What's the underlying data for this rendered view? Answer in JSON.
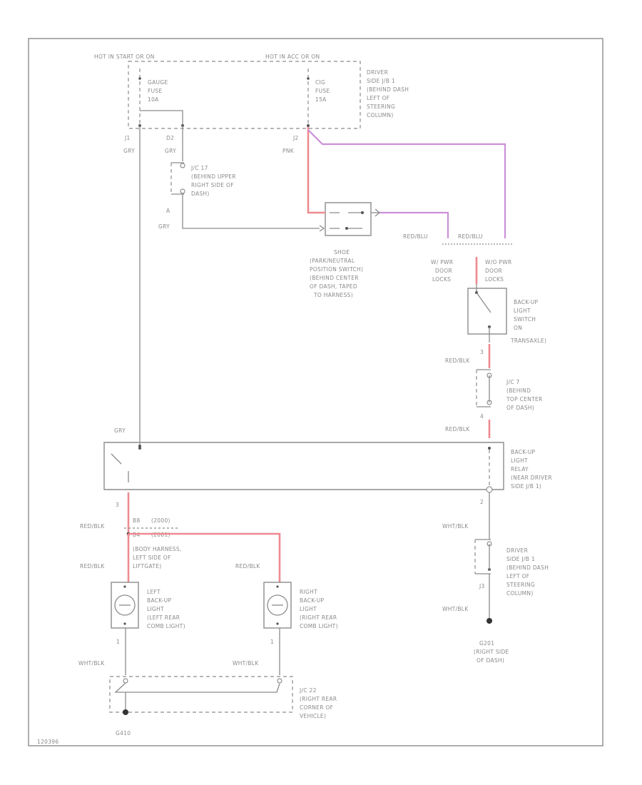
{
  "colors": {
    "red_wire": "#ee8a90",
    "pink_wire": "#cc90d8",
    "line": "#8c8c8c",
    "ground": "#333333"
  },
  "fuses": {
    "hot_label": "HOT IN START OR ON",
    "hot2_label": "HOT IN ACC OR ON",
    "gauge": [
      "GAUGE",
      "FUSE",
      "10A"
    ],
    "cig": [
      "CIG",
      "FUSE",
      "15A"
    ],
    "jb_note": [
      "DRIVER",
      "SIDE J/B 1",
      "(BEHIND DASH",
      "LEFT OF",
      "STEERING",
      "COLUMN)"
    ]
  },
  "conn": {
    "j1": "J1",
    "d2": "D2",
    "j2": "J2",
    "a": "A",
    "three": "3",
    "one": "1",
    "four": "4",
    "two": "2",
    "j3": "J3"
  },
  "wire_colors": {
    "gry": "GRY",
    "pnk": "PNK",
    "red_blu": "RED/BLU",
    "red_blk": "RED/BLK",
    "wht_blk": "WHT/BLK"
  },
  "jc17": [
    "J/C 17",
    "(BEHIND UPPER",
    "RIGHT SIDE OF",
    "DASH)"
  ],
  "park_switch": [
    "SHOE",
    "(PARK/NEUTRAL",
    "POSITION SWITCH)",
    "(BEHIND CENTER",
    "OF DASH, TAPED",
    "TO HARNESS)"
  ],
  "w_pwr": [
    "W/ PWR",
    "DOOR",
    "LOCKS"
  ],
  "wo_pwr": [
    "W/O PWR",
    "DOOR",
    "LOCKS"
  ],
  "backup_switch": [
    "BACK-UP",
    "LIGHT",
    "SWITCH",
    "ON",
    "TRANSAXLE)"
  ],
  "jc7": [
    "J/C 7",
    "(BEHIND",
    "TOP CENTER",
    "OF DASH)"
  ],
  "relay": [
    "BACK-UP",
    "LIGHT",
    "RELAY",
    "(NEAR DRIVER",
    "SIDE J/B 1)"
  ],
  "b8_conn": {
    "b8": "B8",
    "b8_year": "(2000)",
    "b4": "B4",
    "b4_year": "(2001)"
  },
  "body_harness": [
    "(BODY HARNESS,",
    "LEFT SIDE OF",
    "LIFTGATE)"
  ],
  "left_lamp": [
    "LEFT",
    "BACK-UP",
    "LIGHT",
    "(LEFT REAR",
    "COMB LIGHT)"
  ],
  "right_lamp": [
    "RIGHT",
    "BACK-UP",
    "LIGHT",
    "(RIGHT REAR",
    "COMB LIGHT)"
  ],
  "jb_lower": [
    "DRIVER",
    "SIDE J/B 1",
    "(BEHIND DASH",
    "LEFT OF",
    "STEERING",
    "COLUMN)"
  ],
  "g201": [
    "G201",
    "(RIGHT SIDE",
    "OF DASH)"
  ],
  "jc22": [
    "J/C 22",
    "(RIGHT REAR",
    "CORNER OF",
    "VEHICLE)"
  ],
  "g410": "G410",
  "footer_code": "120396"
}
